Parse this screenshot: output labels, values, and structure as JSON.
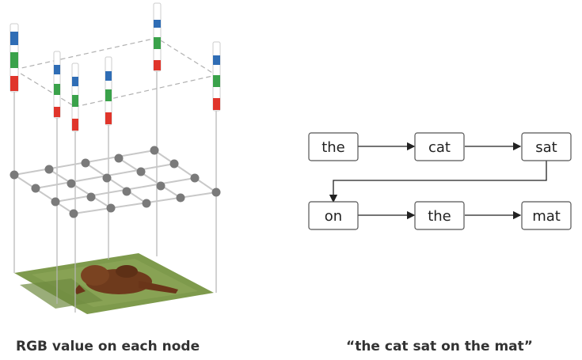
{
  "left_panel": {
    "caption": "RGB value on each node",
    "channel_colors": {
      "red": "#e0352b",
      "green": "#3aa24a",
      "blue": "#2f6db5"
    },
    "grid_node_color": "#7a7a7a",
    "grid_line_color": "#c8c8c8",
    "image_content": "photo of a brown dog lying on grass"
  },
  "right_panel": {
    "caption": "“the cat sat on the mat”",
    "words": [
      "the",
      "cat",
      "sat",
      "on",
      "the",
      "mat"
    ]
  }
}
